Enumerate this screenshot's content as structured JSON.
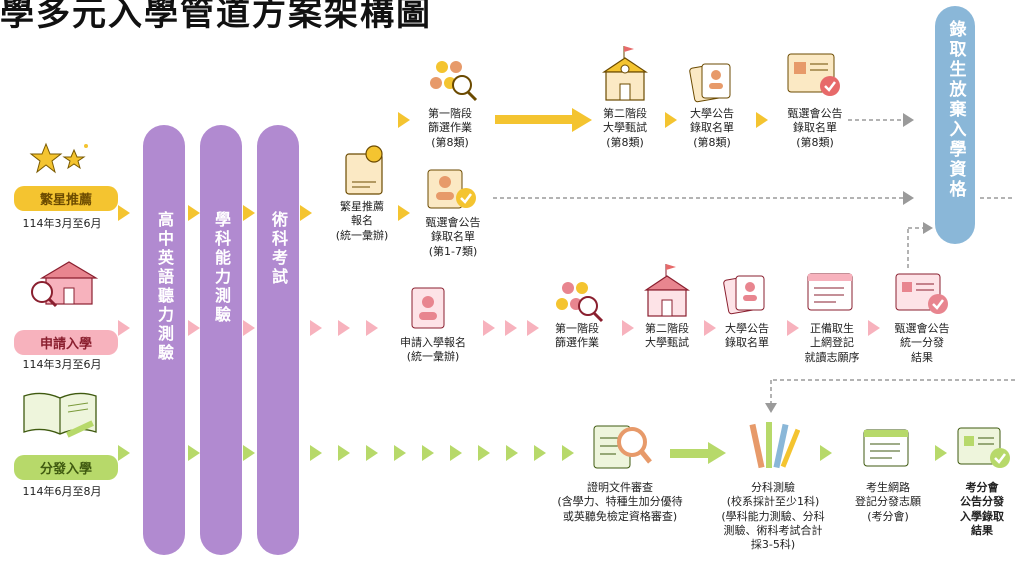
{
  "title": "學多元入學管道方案架構圖",
  "tracks": [
    {
      "name": "繁星推薦",
      "date": "114年3月至6月",
      "color": "#f4c430",
      "text_color": "#6b4a00"
    },
    {
      "name": "申請入學",
      "date": "114年3月至6月",
      "color": "#f7b2bd",
      "text_color": "#8a1f2f"
    },
    {
      "name": "分發入學",
      "date": "114年6月至8月",
      "color": "#b7d96a",
      "text_color": "#3f5a10"
    }
  ],
  "exams": [
    "高中英語聽力測驗",
    "學科能力測驗",
    "術科考試"
  ],
  "right_bar": "錄取生放棄入學資格",
  "star": {
    "register": [
      "繁星推薦",
      "報名",
      "(統一彙辦)"
    ],
    "stage1": [
      "第一階段",
      "篩選作業",
      "(第8類)"
    ],
    "stage2": [
      "第二階段",
      "大學甄試",
      "(第8類)"
    ],
    "univ_announce": [
      "大學公告",
      "錄取名單",
      "(第8類)"
    ],
    "committee_8": [
      "甄選會公告",
      "錄取名單",
      "(第8類)"
    ],
    "committee_1_7": [
      "甄選會公告",
      "錄取名單",
      "(第1-7類)"
    ]
  },
  "apply": {
    "register": [
      "申請入學報名",
      "(統一彙辦)"
    ],
    "stage1": [
      "第一階段",
      "篩選作業"
    ],
    "stage2": [
      "第二階段",
      "大學甄試"
    ],
    "univ_announce": [
      "大學公告",
      "錄取名單"
    ],
    "confirm": [
      "正備取生",
      "上網登記",
      "就讀志願序"
    ],
    "committee": [
      "甄選會公告",
      "統一分發",
      "結果"
    ]
  },
  "dist": {
    "review": [
      "證明文件審查",
      "(含學力、特種生加分優待",
      "或英聽免檢定資格審查)"
    ],
    "subject": [
      "分科測驗",
      "(校系採計至少1科)",
      "(學科能力測驗、分科",
      "測驗、術科考試合計",
      "採3-5科)"
    ],
    "register": [
      "考生網路",
      "登記分發志願",
      "(考分會)"
    ],
    "result": [
      "考分會",
      "公告分發",
      "入學錄取",
      "結果"
    ]
  },
  "colors": {
    "purple": "#b18ad0",
    "blue": "#8ab7d8",
    "yellow": "#f4c430",
    "pink": "#f7b2bd",
    "green": "#b7d96a"
  }
}
